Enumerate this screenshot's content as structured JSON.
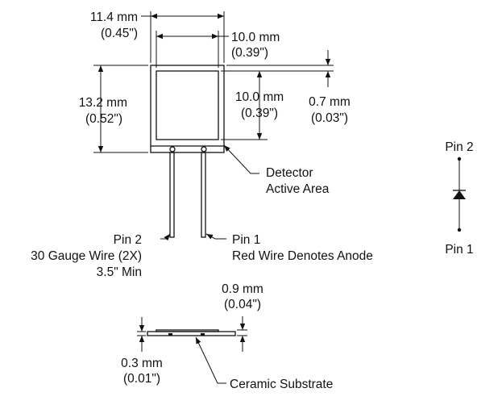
{
  "dimensions": {
    "package_width_mm": "11.4 mm",
    "package_width_in": "(0.45\")",
    "window_width_mm": "10.0 mm",
    "window_width_in": "(0.39\")",
    "package_height_mm": "13.2 mm",
    "package_height_in": "(0.52\")",
    "window_height_mm": "10.0 mm",
    "window_height_in": "(0.39\")",
    "window_inset_mm": "0.7 mm",
    "window_inset_in": "(0.03\")",
    "total_thickness_mm": "0.9 mm",
    "total_thickness_in": "(0.04\")",
    "substrate_thickness_mm": "0.3 mm",
    "substrate_thickness_in": "(0.01\")"
  },
  "labels": {
    "detector_line1": "Detector",
    "detector_line2": "Active Area",
    "pin2": "Pin 2",
    "wire_line1": "30 Gauge Wire (2X)",
    "wire_line2": "3.5\" Min",
    "pin1": "Pin 1",
    "anode_note": "Red Wire Denotes Anode",
    "ceramic": "Ceramic Substrate"
  },
  "schematic": {
    "pin2": "Pin 2",
    "pin1": "Pin 1"
  }
}
